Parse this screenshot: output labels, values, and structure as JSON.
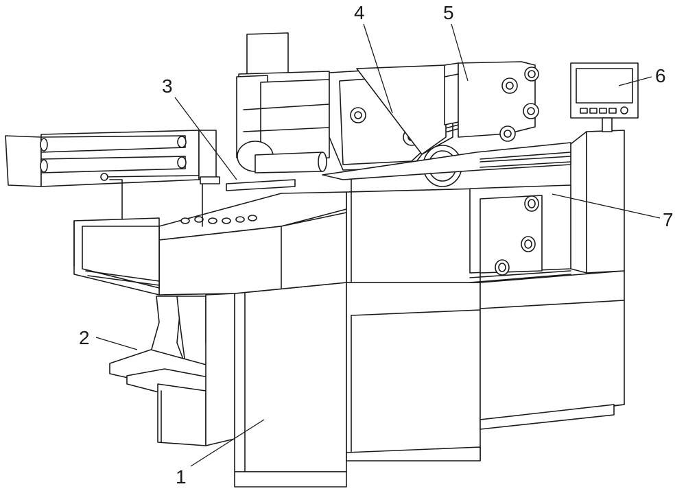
{
  "figure": {
    "callouts": [
      {
        "id": "1",
        "text": "1"
      },
      {
        "id": "2",
        "text": "2"
      },
      {
        "id": "3",
        "text": "3"
      },
      {
        "id": "4",
        "text": "4"
      },
      {
        "id": "5",
        "text": "5"
      },
      {
        "id": "6",
        "text": "6"
      },
      {
        "id": "7",
        "text": "7"
      }
    ]
  }
}
